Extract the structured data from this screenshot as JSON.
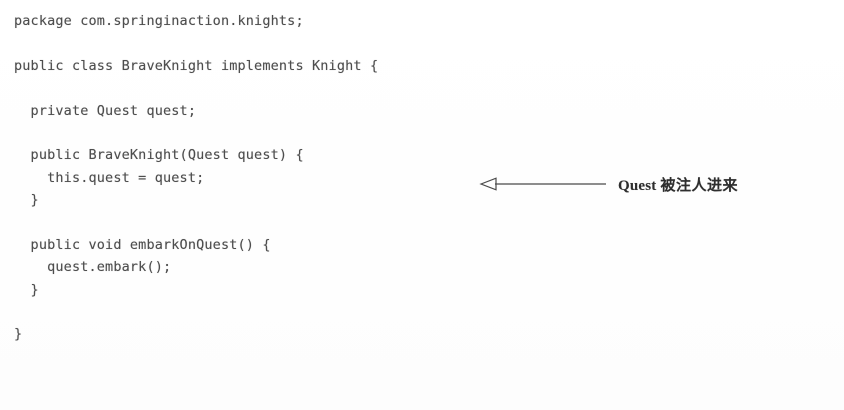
{
  "document": {
    "kind": "scanned-code-listing",
    "background_color": "#ffffff",
    "text_color": "#4d4d4d"
  },
  "code": {
    "language": "Java",
    "lines": [
      "package com.springinaction.knights;",
      "",
      "public class BraveKnight implements Knight {",
      "",
      "  private Quest quest;",
      "",
      "  public BraveKnight(Quest quest) {",
      "    this.quest = quest;",
      "  }",
      "",
      "  public void embarkOnQuest() {",
      "    quest.embark();",
      "  }",
      "",
      "}"
    ]
  },
  "callout": {
    "arrow_direction": "left",
    "arrow_style": "hollow-triangle-head",
    "arrow_color": "#4a4a4a",
    "label_latin": "Quest",
    "label_cjk": "被注人进来",
    "label_full": "Quest 被注人进来",
    "points_to_line_index": 6,
    "points_to_line_text": "  public BraveKnight(Quest quest) {"
  }
}
